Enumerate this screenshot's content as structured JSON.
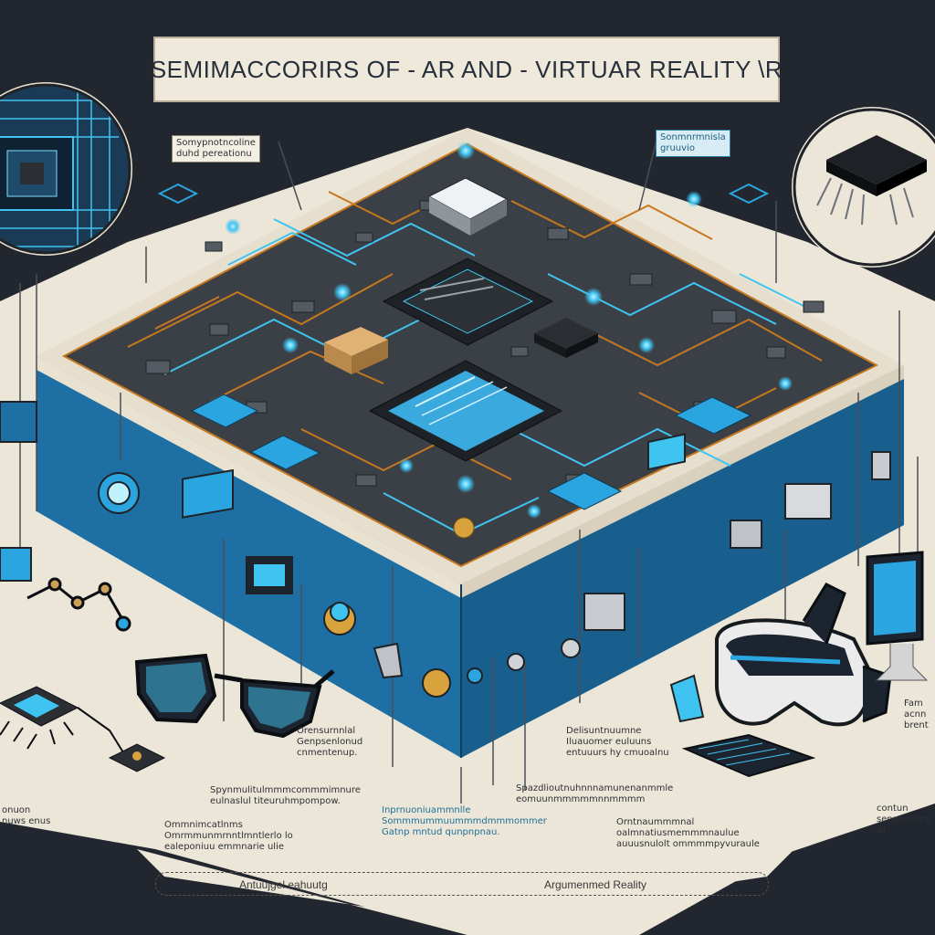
{
  "title": "SEMIMACCORIRS OF - AR  AND - VIRTUAR REALITY \\R",
  "callouts": {
    "top_left": "Somypnotncoline\nduhd pereationu",
    "top_right": "Sonmnrmnisla\ngruuvio"
  },
  "labels": {
    "mid_left": "Orensurnnlal\nGenpsenlonud\ncnmentenup.",
    "mid_right": "Delisuntnuumne\nIluauomer euluuns\nentuuurs hy cmuoalnu",
    "center_a": "Spynmulitulmmmcommmimnure\neulnaslul titeuruhmpompow.",
    "center_blue": "Inprnuoniuammnlle\nSommmummuummmdmmmommer\nGatnp mntud qunpnpnau.",
    "right_a": "Spazdlioutnuhnnnamunenanmmle\neomuunmmmmmnnmmmm",
    "lower_left": "Ommnimcatlnms\nOmrmmunmrnntlmntlerlo lo\nealeponiuu emmnarie ulie",
    "lower_right": "Orntnaummmnal\noalmnatiusmemmmnaulue\nauuusnulolt ommmmpyvuraule",
    "far_left": "onuon\nnuws enus",
    "far_right_a": "Fam\nacnn\nbrent",
    "far_right_b": "contun\nsenpssenne\nAI"
  },
  "bottom": {
    "left": "Antuujgel eahuutg",
    "right": "Argumenmed Reality"
  },
  "colors": {
    "background": "#22262e",
    "paper": "#efe9dc",
    "board": "#3b4046",
    "accent_blue": "#1e6fa4",
    "glow": "#3fc4f2",
    "copper": "#c7781f"
  }
}
